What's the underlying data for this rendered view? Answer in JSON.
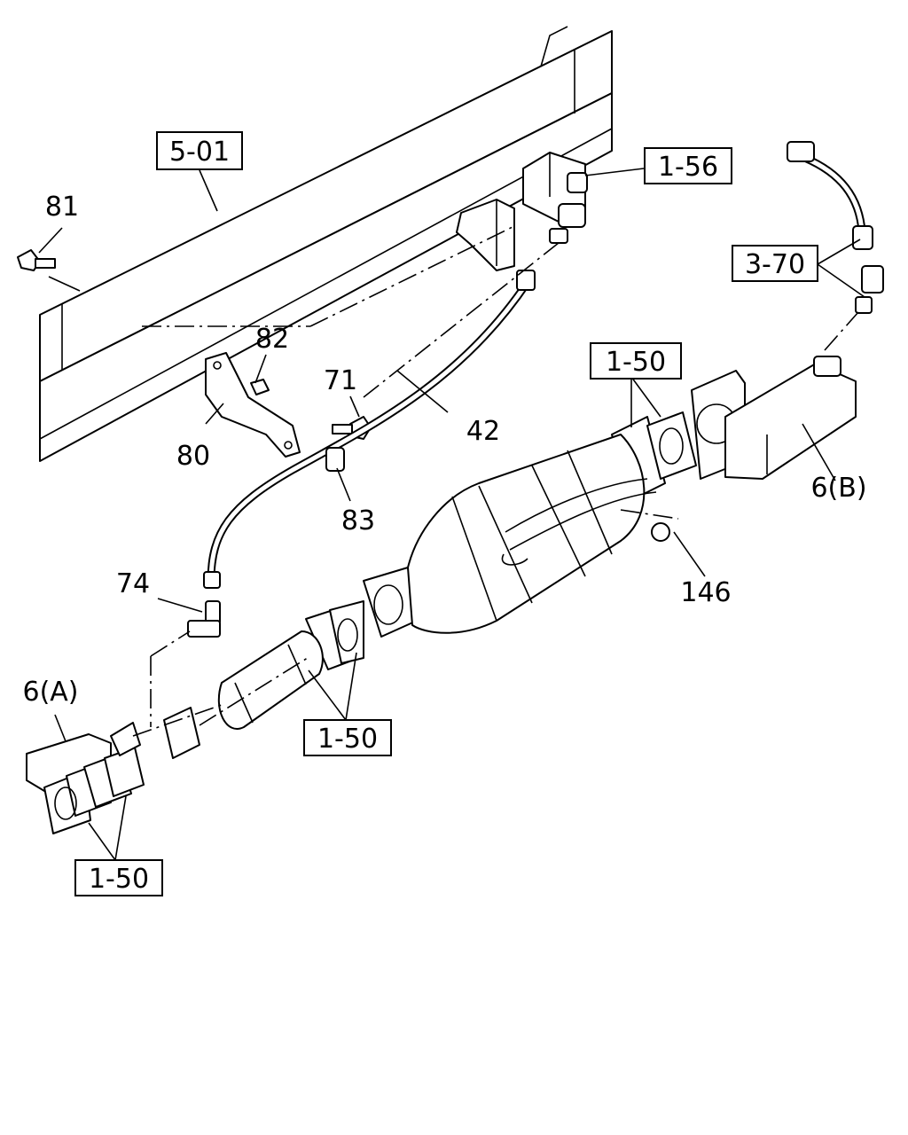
{
  "callouts": {
    "ref_5_01": "5-01",
    "ref_1_56": "1-56",
    "ref_3_70": "3-70",
    "ref_1_50_top": "1-50",
    "ref_1_50_mid": "1-50",
    "ref_1_50_bottom": "1-50",
    "part_81": "81",
    "part_82": "82",
    "part_71": "71",
    "part_42": "42",
    "part_80": "80",
    "part_83": "83",
    "part_74": "74",
    "part_146": "146",
    "part_6a": "6(A)",
    "part_6b": "6(B)"
  }
}
